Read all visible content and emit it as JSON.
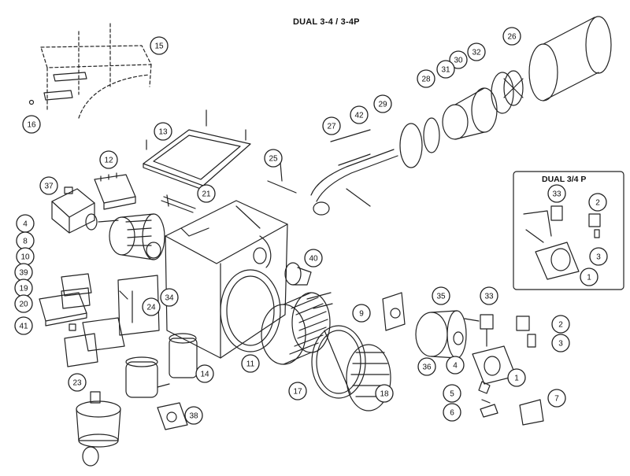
{
  "title": "DUAL 3-4 / 3-4P",
  "inset_title": "DUAL 3/4 P",
  "callouts": {
    "main": [
      "15",
      "16",
      "13",
      "26",
      "32",
      "30",
      "31",
      "28",
      "29",
      "42",
      "27",
      "25",
      "12",
      "21",
      "37",
      "4",
      "8",
      "10",
      "40",
      "39",
      "19",
      "20",
      "34",
      "24",
      "9",
      "35",
      "33",
      "2",
      "3",
      "41",
      "23",
      "14",
      "11",
      "36",
      "4",
      "1",
      "17",
      "18",
      "5",
      "7",
      "6",
      "38"
    ],
    "inset": [
      "33",
      "2",
      "3",
      "1"
    ]
  }
}
